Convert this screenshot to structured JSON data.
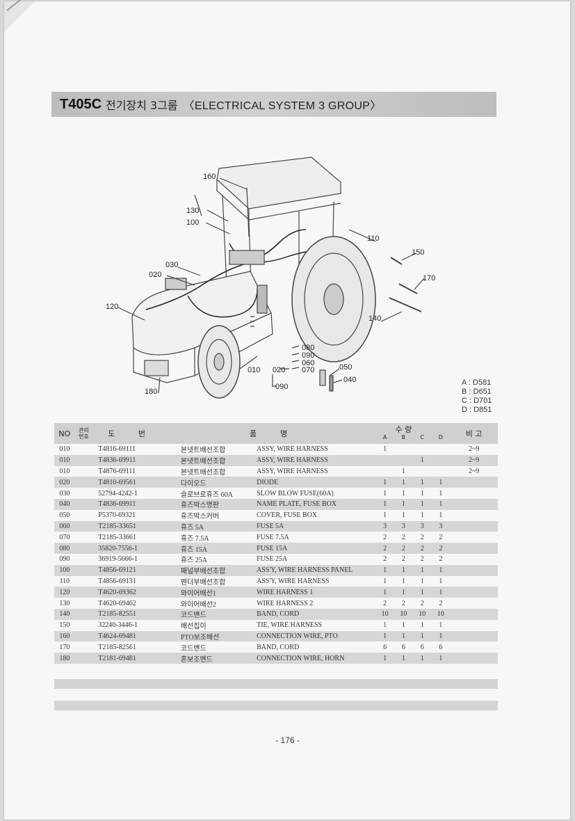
{
  "header": {
    "model": "T405C",
    "title_ko": "전기장치 3그룹",
    "title_en": "〈ELECTRICAL SYSTEM 3 GROUP〉"
  },
  "diagram": {
    "callouts": {
      "c160": "160",
      "c130": "130",
      "c100": "100",
      "c110": "110",
      "c150": "150",
      "c030": "030",
      "c020a": "020",
      "c170": "170",
      "c120": "120",
      "c140": "140",
      "c080": "080",
      "c090a": "090",
      "c060": "060",
      "c070": "070",
      "c010": "010",
      "c020b": "020",
      "c050": "050",
      "c040": "040",
      "c090b": "090",
      "c180": "180"
    }
  },
  "models": [
    "A : D581",
    "B : D651",
    "C : D701",
    "D : D851"
  ],
  "table": {
    "headers": {
      "no": "NO",
      "mgmt_top": "관리",
      "mgmt_bottom": "번호",
      "drawing_1": "도",
      "drawing_2": "번",
      "item_1": "품",
      "item_2": "명",
      "qty": "수  량",
      "a": "A",
      "b": "B",
      "c": "C",
      "d": "D",
      "remark": "비  고"
    },
    "rows": [
      {
        "no": "010",
        "part": "T4816-69111",
        "ko": "본넷트배선조합",
        "en": "ASSY, WIRE HARNESS",
        "a": "1",
        "b": "",
        "c": "",
        "d": "",
        "remark": "2~9"
      },
      {
        "no": "010",
        "part": "T4836-69911",
        "ko": "본넷트배선조합",
        "en": "ASSY, WIRE HARNESS",
        "a": "",
        "b": "",
        "c": "1",
        "d": "",
        "remark": "2~9"
      },
      {
        "no": "010",
        "part": "T4876-69111",
        "ko": "본넷트배선조합",
        "en": "ASSY, WIRE HARNESS",
        "a": "",
        "b": "1",
        "c": "",
        "d": "",
        "remark": "2~9"
      },
      {
        "no": "020",
        "part": "T4810-69561",
        "ko": "다이오드",
        "en": "DIODE",
        "a": "1",
        "b": "1",
        "c": "1",
        "d": "1",
        "remark": ""
      },
      {
        "no": "030",
        "part": "52794-4242-1",
        "ko": "슬로브로휴즈 60A",
        "en": "SLOW BLOW FUSE(60A)",
        "a": "1",
        "b": "1",
        "c": "1",
        "d": "1",
        "remark": ""
      },
      {
        "no": "040",
        "part": "T4836-69911",
        "ko": "휴즈박스명판",
        "en": "NAME PLATE, FUSE BOX",
        "a": "1",
        "b": "1",
        "c": "1",
        "d": "1",
        "remark": ""
      },
      {
        "no": "050",
        "part": "P5370-69321",
        "ko": "휴즈박스커버",
        "en": "COVER, FUSE BOX",
        "a": "1",
        "b": "1",
        "c": "1",
        "d": "1",
        "remark": ""
      },
      {
        "no": "060",
        "part": "T2185-33651",
        "ko": "휴즈 5A",
        "en": "FUSE 5A",
        "a": "3",
        "b": "3",
        "c": "3",
        "d": "3",
        "remark": ""
      },
      {
        "no": "070",
        "part": "T2185-33661",
        "ko": "휴즈 7.5A",
        "en": "FUSE 7.5A",
        "a": "2",
        "b": "2",
        "c": "2",
        "d": "2",
        "remark": ""
      },
      {
        "no": "080",
        "part": "35820-7556-1",
        "ko": "휴즈 15A",
        "en": "FUSE 15A",
        "a": "2",
        "b": "2",
        "c": "2",
        "d": "2",
        "remark": ""
      },
      {
        "no": "090",
        "part": "36919-5666-1",
        "ko": "휴즈 25A",
        "en": "FUSE 25A",
        "a": "2",
        "b": "2",
        "c": "2",
        "d": "2",
        "remark": ""
      },
      {
        "no": "100",
        "part": "T4856-69121",
        "ko": "패널부배선조합",
        "en": "ASS'Y, WIRE HARNESS PANEL",
        "a": "1",
        "b": "1",
        "c": "1",
        "d": "1",
        "remark": ""
      },
      {
        "no": "110",
        "part": "T4856-69131",
        "ko": "펜더부배선조합",
        "en": "ASS'Y, WIRE HARNESS",
        "a": "1",
        "b": "1",
        "c": "1",
        "d": "1",
        "remark": ""
      },
      {
        "no": "120",
        "part": "T4620-69362",
        "ko": "와이어배선1",
        "en": "WIRE HARNESS 1",
        "a": "1",
        "b": "1",
        "c": "1",
        "d": "1",
        "remark": ""
      },
      {
        "no": "130",
        "part": "T4620-69462",
        "ko": "와이어배선2",
        "en": "WIRE HARNESS 2",
        "a": "2",
        "b": "2",
        "c": "2",
        "d": "2",
        "remark": ""
      },
      {
        "no": "140",
        "part": "T2185-82551",
        "ko": "코드밴드",
        "en": "BAND, CORD",
        "a": "10",
        "b": "10",
        "c": "10",
        "d": "10",
        "remark": ""
      },
      {
        "no": "150",
        "part": "32240-3446-1",
        "ko": "배선집이",
        "en": "TIE, WIRE HARNESS",
        "a": "1",
        "b": "1",
        "c": "1",
        "d": "1",
        "remark": ""
      },
      {
        "no": "160",
        "part": "T4624-69481",
        "ko": "PTO보조배선",
        "en": "CONNECTION WIRE, PTO",
        "a": "1",
        "b": "1",
        "c": "1",
        "d": "1",
        "remark": ""
      },
      {
        "no": "170",
        "part": "T2185-82561",
        "ko": "코드밴드",
        "en": "BAND, CORD",
        "a": "6",
        "b": "6",
        "c": "6",
        "d": "6",
        "remark": ""
      },
      {
        "no": "180",
        "part": "T2181-69481",
        "ko": "혼보조밴드",
        "en": "CONNECTION WIRE, HORN",
        "a": "1",
        "b": "1",
        "c": "1",
        "d": "1",
        "remark": ""
      }
    ]
  },
  "footer": {
    "page": "- 176 -"
  }
}
